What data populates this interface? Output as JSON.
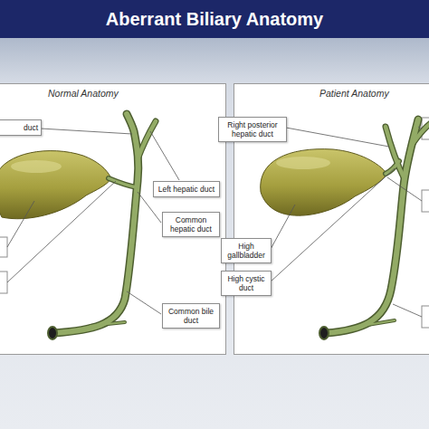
{
  "diagram": {
    "title": "Aberrant Biliary Anatomy",
    "nodes": [
      {
        "text": [
          "Normal Anatomy"
        ]
      },
      {
        "text": [
          "duct"
        ],
        "in": 0
      },
      {
        "text": [
          "Left hepatic duct"
        ],
        "in": 0
      },
      {
        "text": [
          "Common hepatic duct"
        ],
        "in": 0
      },
      {
        "text": [
          "Common bile duct"
        ],
        "in": 0
      },
      {
        "text": [
          "Patient Anatomy"
        ]
      },
      {
        "text": [
          "Right posterior hepatic duct"
        ],
        "in": 5
      },
      {
        "text": [
          "High gallbladder"
        ],
        "in": 5
      },
      {
        "text": [
          "High cystic duct"
        ],
        "in": 5
      }
    ]
  }
}
